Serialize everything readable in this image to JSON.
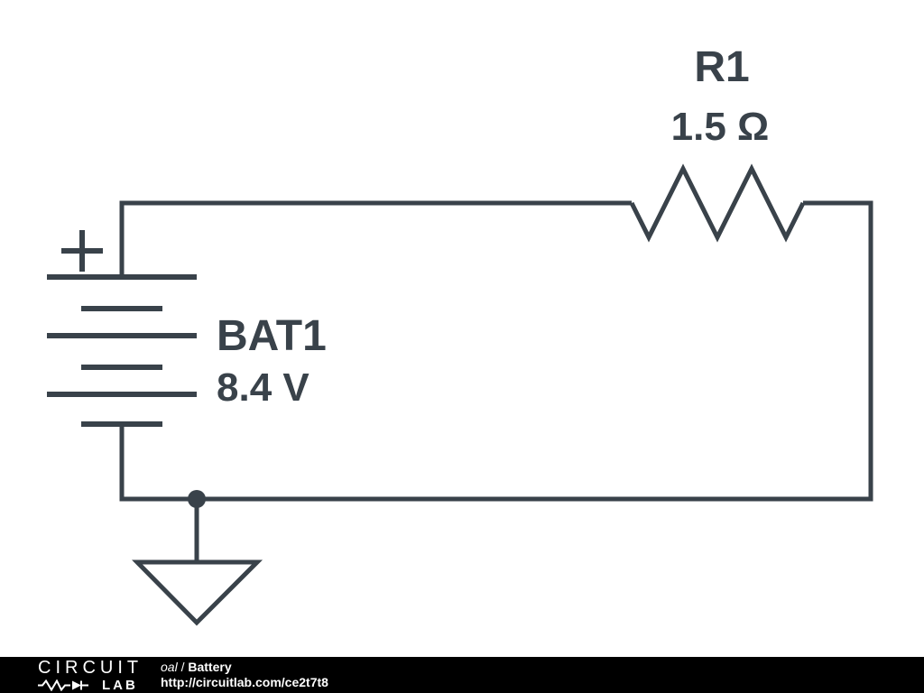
{
  "schematic": {
    "components": {
      "battery": {
        "designator": "BAT1",
        "value": "8.4 V",
        "polarity": "+"
      },
      "resistor": {
        "designator": "R1",
        "value": "1.5 Ω"
      },
      "ground": {
        "type": "ground-symbol"
      }
    }
  },
  "footer": {
    "logo": {
      "line1": "CIRCUIT",
      "line2": "LAB"
    },
    "author": "oal",
    "separator": " / ",
    "title": "Battery",
    "url": "http://circuitlab.com/ce2t7t8"
  },
  "colors": {
    "wire": "#39424a",
    "background": "#ffffff",
    "footer_bg": "#000000",
    "footer_text": "#ffffff"
  }
}
